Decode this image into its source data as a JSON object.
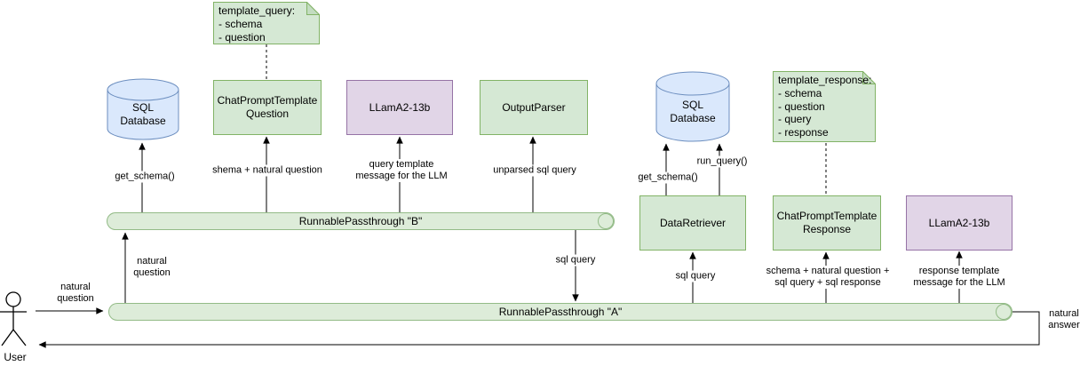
{
  "diagram_type": "flow-diagram",
  "colors": {
    "node_green_fill": "#d5e8d4",
    "node_green_stroke": "#82b366",
    "node_purple_fill": "#e1d5e7",
    "node_purple_stroke": "#9673a6",
    "node_blue_fill": "#dae8fc",
    "node_blue_stroke": "#6c8ebf",
    "pipe_fill": "#ddecd9",
    "pipe_stroke": "#93bb87",
    "edge_color": "#000000",
    "background": "#ffffff"
  },
  "nodes": {
    "template_query_note": "template_query:\n- schema\n- question",
    "template_response_note": "template_response:\n- schema\n- question\n- query\n- response",
    "sql_database_left": "SQL\nDatabase",
    "sql_database_right": "SQL\nDatabase",
    "chat_prompt_template_question": "ChatPromptTemplate\nQuestion",
    "llama2_13b_left": "LLamA2-13b",
    "output_parser": "OutputParser",
    "data_retriever": "DataRetriever",
    "chat_prompt_template_response": "ChatPromptTemplate\nResponse",
    "llama2_13b_right": "LLamA2-13b",
    "runnable_passthrough_b": "RunnablePassthrough \"B\"",
    "runnable_passthrough_a": "RunnablePassthrough \"A\"",
    "user": "User"
  },
  "edge_labels": {
    "get_schema_left": "get_schema()",
    "shema_natural_question": "shema + natural question",
    "query_template_message": "query template\nmessage for the LLM",
    "unparsed_sql_query": "unparsed sql query",
    "natural_question_a_to_b": "natural\nquestion",
    "sql_query_down": "sql query",
    "sql_query_up": "sql query",
    "get_schema_right": "get_schema()",
    "run_query": "run_query()",
    "schema_question_query_response": "schema + natural question +\nsql query + sql response",
    "response_template_message": "response template\nmessage for the LLM",
    "natural_question_user": "natural\nquestion",
    "natural_answer": "natural\nanswer"
  }
}
